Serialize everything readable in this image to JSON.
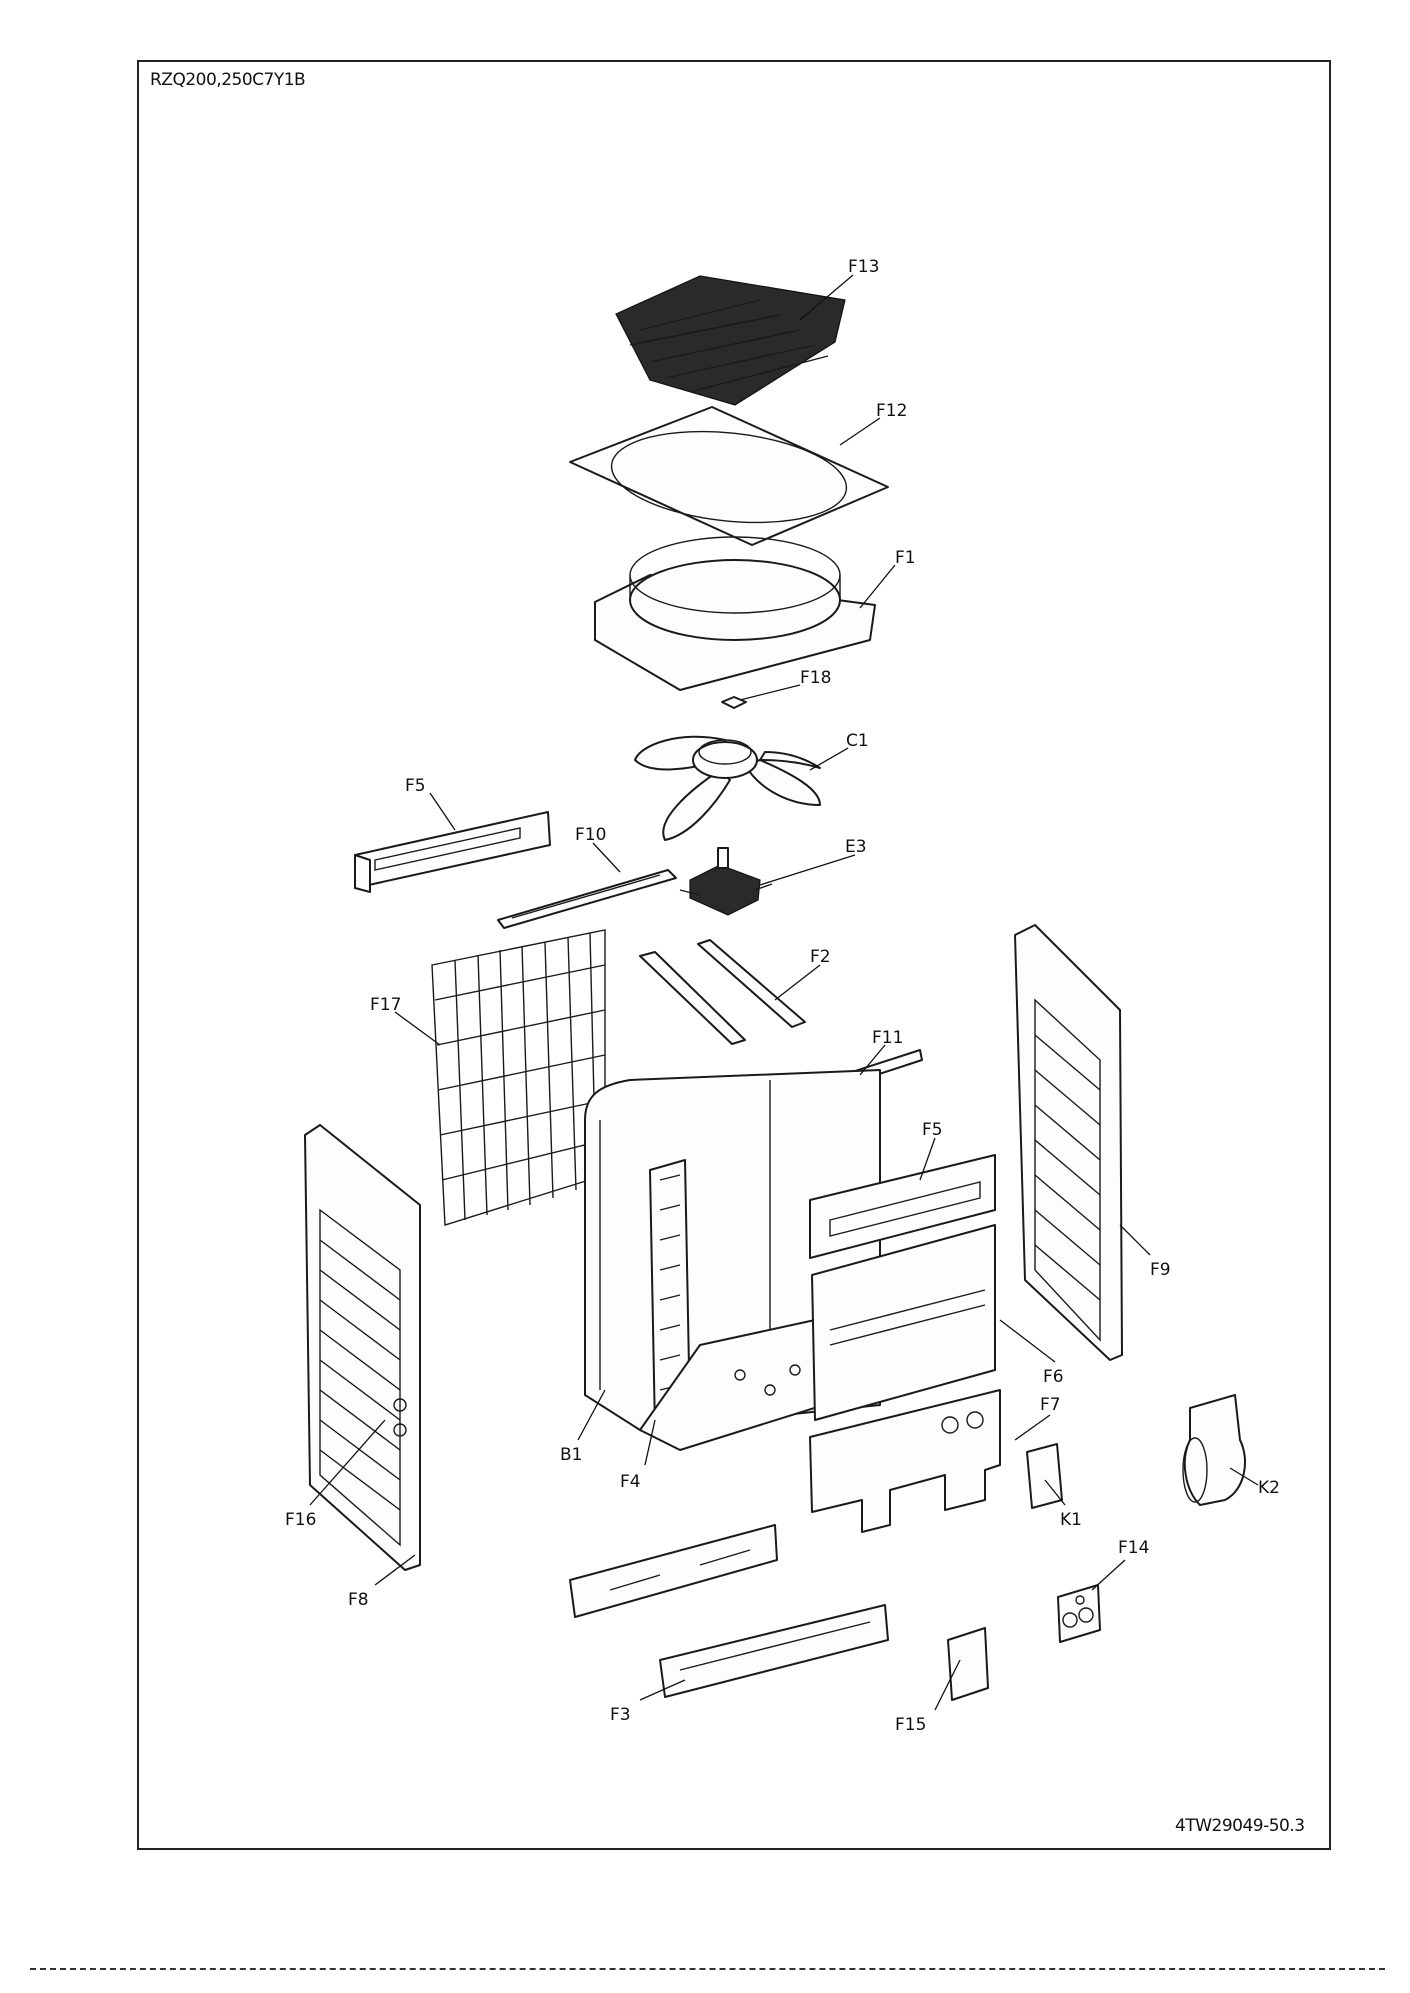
{
  "model": "RZQ200,250C7Y1B",
  "doc_number": "4TW29049-50.3",
  "parts": [
    {
      "id": "F13",
      "icon": "fan-guard-grille"
    },
    {
      "id": "F12",
      "icon": "top-plate"
    },
    {
      "id": "F1",
      "icon": "bell-mouth"
    },
    {
      "id": "F18",
      "icon": "nut"
    },
    {
      "id": "C1",
      "icon": "propeller-fan"
    },
    {
      "id": "F5",
      "icon": "upper-side-panel"
    },
    {
      "id": "F10",
      "icon": "motor-support-rail"
    },
    {
      "id": "E3",
      "icon": "fan-motor"
    },
    {
      "id": "F2",
      "icon": "motor-support-brackets"
    },
    {
      "id": "F17",
      "icon": "wire-mesh-guard"
    },
    {
      "id": "F11",
      "icon": "top-frame-rail"
    },
    {
      "id": "F5",
      "icon": "front-upper-panel"
    },
    {
      "id": "F9",
      "icon": "right-side-grille-panel"
    },
    {
      "id": "F6",
      "icon": "front-middle-panel"
    },
    {
      "id": "F7",
      "icon": "front-lower-panel"
    },
    {
      "id": "K1",
      "icon": "label-plate"
    },
    {
      "id": "K2",
      "icon": "accessory-bag"
    },
    {
      "id": "B1",
      "icon": "heat-exchanger-coil"
    },
    {
      "id": "F4",
      "icon": "bottom-frame"
    },
    {
      "id": "F16",
      "icon": "pipe-cover"
    },
    {
      "id": "F8",
      "icon": "left-side-grille-panel"
    },
    {
      "id": "F14",
      "icon": "piping-intake-plate"
    },
    {
      "id": "F3",
      "icon": "base-rail"
    },
    {
      "id": "F15",
      "icon": "service-cover"
    }
  ]
}
